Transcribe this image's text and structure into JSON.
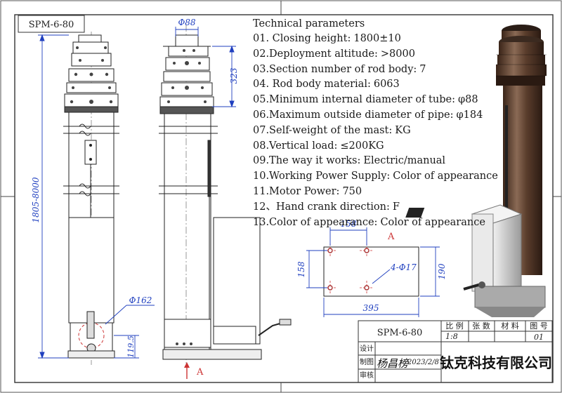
{
  "title_block_label": "SPM-6-80",
  "spec_heading": "Technical parameters",
  "specs": [
    {
      "label": "01. Closing height:",
      "value": "1800±10"
    },
    {
      "label": "02.Deployment altitude:",
      "value": ">8000"
    },
    {
      "label": "03.Section number of rod body:",
      "value": "7"
    },
    {
      "label": "04. Rod body material:",
      "value": "6063"
    },
    {
      "label": "05.Minimum internal diameter of tube:",
      "value": "φ88"
    },
    {
      "label": "06.Maximum outside diameter of pipe:",
      "value": "φ184"
    },
    {
      "label": "07.Self-weight of the mast:",
      "value": "KG"
    },
    {
      "label": "08.Vertical load:",
      "value": "≤200KG"
    },
    {
      "label": "09.The way it works:",
      "value": "Electric/manual"
    },
    {
      "label": "10.Working Power Supply:",
      "value": "Color of appearance"
    },
    {
      "label": "11.Motor Power:",
      "value": "750"
    },
    {
      "label": "12、Hand crank direction:",
      "value": "F"
    },
    {
      "label": "13.Color of appearance:",
      "value": "Color of appearance"
    }
  ],
  "dimensions": {
    "overall_height": "1805-8000",
    "crank_diameter": "Φ162",
    "base_height": "119.5",
    "top_diameter": "Φ88",
    "top_section": "323",
    "plate_hole_spacing": "158",
    "plate_side": "158",
    "plate_height": "190",
    "plate_width": "395",
    "holes": "4-Φ17",
    "view_mark": "A"
  },
  "title_block": {
    "drawing_no": "SPM-6-80",
    "headers": [
      "比 例",
      "张 数",
      "材 料",
      "图 号"
    ],
    "scale": "1:8",
    "sheet": "01",
    "row_labels": [
      "设计",
      "制图",
      "审核"
    ],
    "signature": "杨昌榜",
    "date": "2023/2/8",
    "company": "钛克科技有限公司"
  }
}
